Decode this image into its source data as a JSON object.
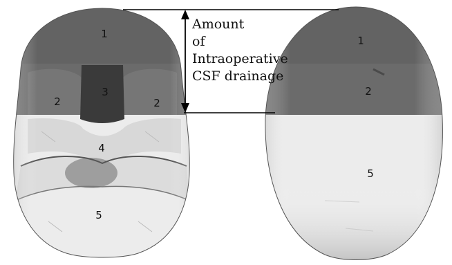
{
  "figure": {
    "annotation_lines": [
      "Amount",
      "of",
      "Intraoperative",
      "CSF drainage"
    ],
    "left_skull": {
      "region_labels": [
        "1",
        "2",
        "3",
        "2",
        "4",
        "5"
      ]
    },
    "right_skull": {
      "region_labels": [
        "1",
        "2",
        "5"
      ]
    },
    "colors": {
      "dark_region": "#6b6b6b",
      "darkest_region": "#3a3a3a",
      "light_region": "#ececec",
      "line": "#000000"
    }
  }
}
